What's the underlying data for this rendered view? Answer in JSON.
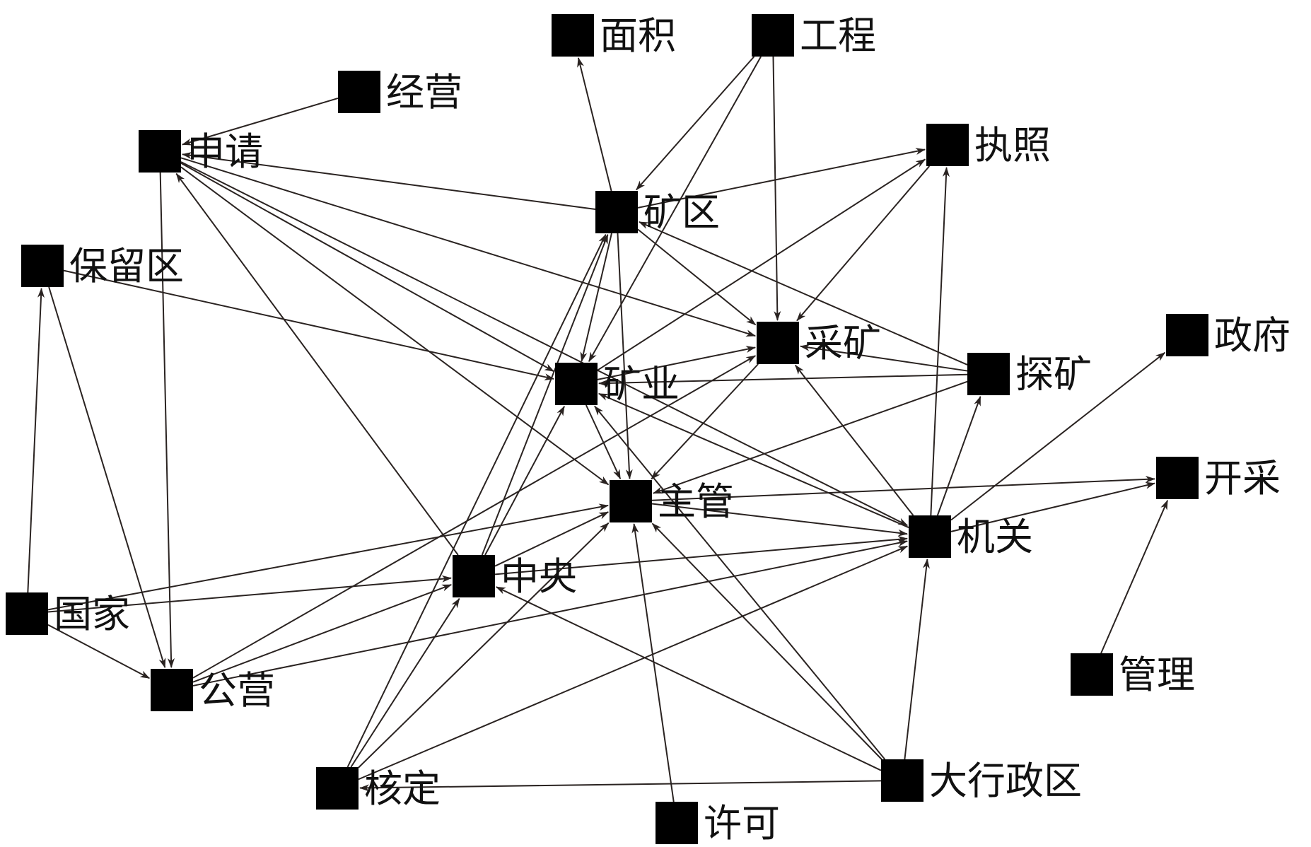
{
  "colors": {
    "node": "#000000",
    "edge": "#2a2321",
    "text": "#111111"
  },
  "nodes": [
    {
      "id": "mianji",
      "label": "面积"
    },
    {
      "id": "gongcheng",
      "label": "工程"
    },
    {
      "id": "jingying",
      "label": "经营"
    },
    {
      "id": "shenqing",
      "label": "申请"
    },
    {
      "id": "zhizhao",
      "label": "执照"
    },
    {
      "id": "kuangqu",
      "label": "矿区"
    },
    {
      "id": "baoliuqu",
      "label": "保留区"
    },
    {
      "id": "caikuang",
      "label": "采矿"
    },
    {
      "id": "zhengfu",
      "label": "政府"
    },
    {
      "id": "kuangye",
      "label": "矿业"
    },
    {
      "id": "tankuang",
      "label": "探矿"
    },
    {
      "id": "zhuguan",
      "label": "主管"
    },
    {
      "id": "kaicai",
      "label": "开采"
    },
    {
      "id": "jiguan",
      "label": "机关"
    },
    {
      "id": "zhongyang",
      "label": "中央"
    },
    {
      "id": "guojia",
      "label": "国家"
    },
    {
      "id": "gongying",
      "label": "公营"
    },
    {
      "id": "guanli",
      "label": "管理"
    },
    {
      "id": "heding",
      "label": "核定"
    },
    {
      "id": "daxingzhengqu",
      "label": "大行政区"
    },
    {
      "id": "xuke",
      "label": "许可"
    }
  ],
  "edges": [
    [
      "kuangqu",
      "mianji"
    ],
    [
      "gongcheng",
      "kuangqu"
    ],
    [
      "gongcheng",
      "kuangye"
    ],
    [
      "gongcheng",
      "caikuang"
    ],
    [
      "jingying",
      "shenqing"
    ],
    [
      "kuangqu",
      "shenqing"
    ],
    [
      "kuangqu",
      "zhizhao"
    ],
    [
      "kuangqu",
      "caikuang"
    ],
    [
      "kuangqu",
      "kuangye"
    ],
    [
      "kuangqu",
      "zhuguan"
    ],
    [
      "shenqing",
      "caikuang"
    ],
    [
      "shenqing",
      "kuangye"
    ],
    [
      "shenqing",
      "zhuguan"
    ],
    [
      "shenqing",
      "gongying"
    ],
    [
      "shenqing",
      "jiguan"
    ],
    [
      "baoliuqu",
      "kuangye"
    ],
    [
      "baoliuqu",
      "gongying"
    ],
    [
      "guojia",
      "baoliuqu"
    ],
    [
      "guojia",
      "gongying"
    ],
    [
      "guojia",
      "zhongyang"
    ],
    [
      "guojia",
      "zhuguan"
    ],
    [
      "kuangye",
      "caikuang"
    ],
    [
      "kuangye",
      "zhuguan"
    ],
    [
      "kuangye",
      "zhizhao"
    ],
    [
      "caikuang",
      "zhuguan"
    ],
    [
      "zhizhao",
      "caikuang"
    ],
    [
      "tankuang",
      "caikuang"
    ],
    [
      "tankuang",
      "kuangye"
    ],
    [
      "tankuang",
      "kuangqu"
    ],
    [
      "tankuang",
      "zhuguan"
    ],
    [
      "jiguan",
      "zhizhao"
    ],
    [
      "jiguan",
      "tankuang"
    ],
    [
      "jiguan",
      "caikuang"
    ],
    [
      "jiguan",
      "kuangye"
    ],
    [
      "jiguan",
      "kaicai"
    ],
    [
      "jiguan",
      "zhengfu"
    ],
    [
      "zhuguan",
      "kaicai"
    ],
    [
      "zhuguan",
      "jiguan"
    ],
    [
      "zhongyang",
      "zhuguan"
    ],
    [
      "zhongyang",
      "jiguan"
    ],
    [
      "zhongyang",
      "kuangye"
    ],
    [
      "zhongyang",
      "kuangqu"
    ],
    [
      "zhongyang",
      "shenqing"
    ],
    [
      "gongying",
      "zhongyang"
    ],
    [
      "gongying",
      "jiguan"
    ],
    [
      "gongying",
      "caikuang"
    ],
    [
      "heding",
      "zhongyang"
    ],
    [
      "heding",
      "zhuguan"
    ],
    [
      "heding",
      "jiguan"
    ],
    [
      "heding",
      "kuangqu"
    ],
    [
      "daxingzhengqu",
      "zhuguan"
    ],
    [
      "daxingzhengqu",
      "jiguan"
    ],
    [
      "daxingzhengqu",
      "zhongyang"
    ],
    [
      "daxingzhengqu",
      "kuangye"
    ],
    [
      "daxingzhengqu",
      "heding"
    ],
    [
      "xuke",
      "zhuguan"
    ],
    [
      "guanli",
      "kaicai"
    ]
  ]
}
